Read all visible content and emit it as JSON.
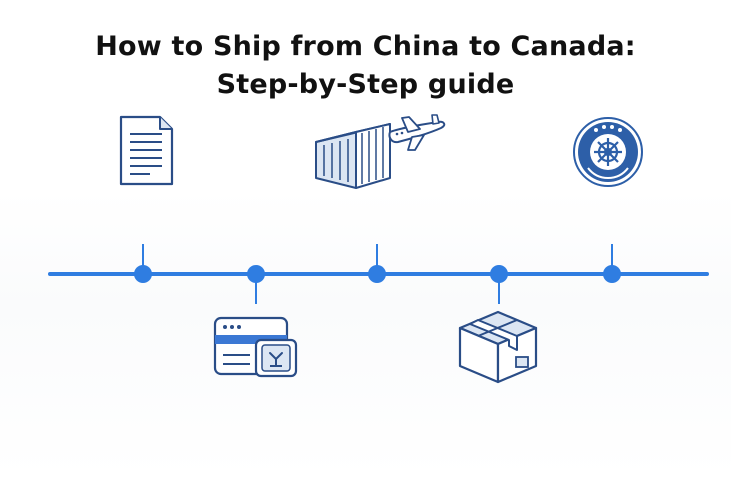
{
  "title": {
    "line1": "How to Ship from China to Canada:",
    "line2": "Step-by-Step guide"
  },
  "colors": {
    "timeline": "#2f7de1",
    "icon_stroke": "#2a4d87",
    "icon_fill_light": "#dce6f3",
    "icon_accent": "#3b78d4",
    "seal_blue": "#2d5fa8",
    "title": "#111111"
  },
  "icons": {
    "top": [
      "document-icon",
      "container-airplane-icon",
      "customs-seal-icon"
    ],
    "bottom": [
      "payment-terminal-icon",
      "package-box-icon"
    ]
  },
  "timeline": {
    "node_count": 5
  }
}
